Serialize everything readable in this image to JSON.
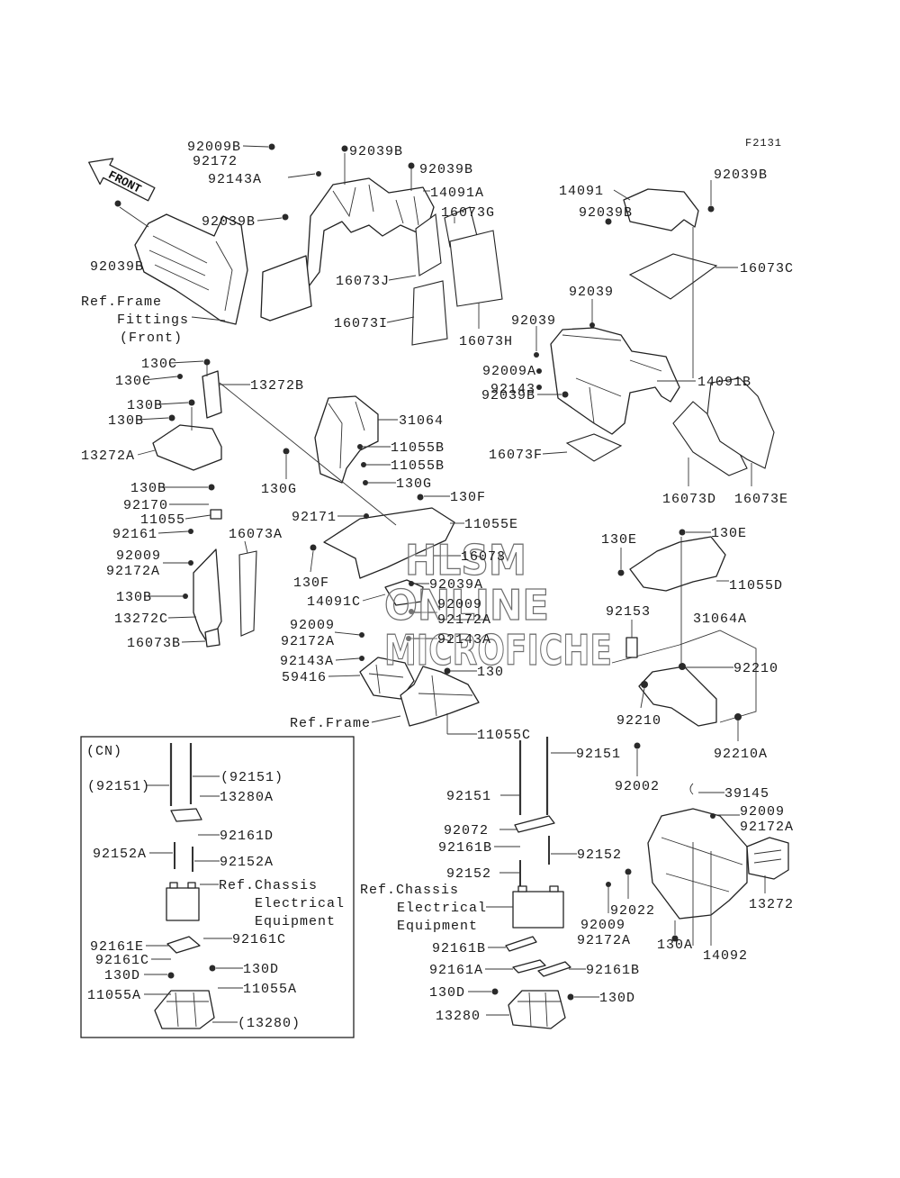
{
  "figure_code": "F2131",
  "front_arrow": "FRONT",
  "cn_box_label": "(CN)",
  "watermark": [
    "HLSM",
    "ONLINE",
    "MICROFICHE"
  ],
  "labels": [
    "92009B",
    "92172",
    "92039B",
    "92039B",
    "92143A",
    "14091A",
    "92039B",
    "16073G",
    "92039B",
    "16073J",
    "16073I",
    "16073H",
    "Ref.Frame",
    "Fittings",
    "(Front)",
    "92039B",
    "14091",
    "92039B",
    "16073C",
    "92039",
    "92039",
    "92009A",
    "92143",
    "14091B",
    "92039B",
    "16073F",
    "16073D",
    "16073E",
    "130C",
    "130C",
    "13272B",
    "130B",
    "130B",
    "31064",
    "13272A",
    "11055B",
    "11055B",
    "130G",
    "130G",
    "130B",
    "92170",
    "11055",
    "130F",
    "92171",
    "11055E",
    "92161",
    "16073A",
    "16073",
    "92009",
    "92172A",
    "130F",
    "92039A",
    "14091C",
    "92009",
    "92172A",
    "130B",
    "13272C",
    "16073B",
    "92009",
    "92172A",
    "92143A",
    "92143A",
    "59416",
    "130",
    "Ref.Frame",
    "11055C",
    "130E",
    "130E",
    "11055D",
    "92153",
    "31064A",
    "92210",
    "92210",
    "92210A",
    "92002",
    "92151",
    "(92151)",
    "(92151)",
    "13280A",
    "92161D",
    "92152A",
    "92152A",
    "Ref.Chassis",
    "Electrical",
    "Equipment",
    "92161E",
    "92161C",
    "92161C",
    "130D",
    "130D",
    "11055A",
    "11055A",
    "(13280)",
    "92151",
    "92072",
    "92161B",
    "92152",
    "92152",
    "Ref.Chassis",
    "Electrical",
    "Equipment",
    "92161B",
    "92161A",
    "92161B",
    "130D",
    "130D",
    "13280",
    "39145",
    "92009",
    "92172A",
    "92022",
    "13272",
    "92009",
    "92172A",
    "130A",
    "14092"
  ]
}
